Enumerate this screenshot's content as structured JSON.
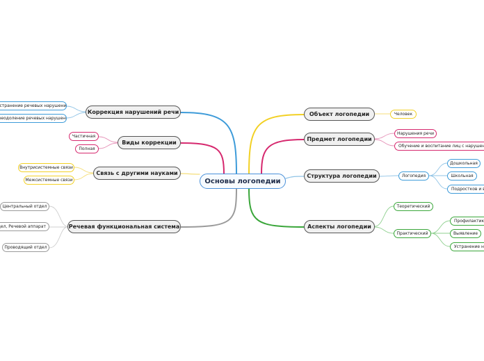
{
  "root": {
    "label": "Основы логопедии"
  },
  "colors": {
    "blue": "#3d9bd9",
    "yellow": "#f2d024",
    "pink": "#d6286e",
    "gray": "#9a9a9a",
    "green": "#3aa63a",
    "lightblue": "#8fc3e6",
    "lightpink": "#e58fb6",
    "lightyellow": "#f5de79"
  },
  "branches": {
    "correction": {
      "label": "Коррекция нарушений речи",
      "children": [
        "Устранение речевых нарушений",
        "Преодоление речевых нарушений"
      ]
    },
    "types": {
      "label": "Виды коррекции",
      "children": [
        "Частичная",
        "Полная"
      ]
    },
    "links": {
      "label": "Связь с другими науками",
      "children": [
        "Внутрисистемные связи",
        "Межсистемные связи"
      ]
    },
    "speech_system": {
      "label": "Речевая функциональная система",
      "children": [
        "Центральный отдел",
        "Периферический отдел, Речевой аппарат",
        "Проводящий отдел"
      ]
    },
    "object": {
      "label": "Объект логопедии",
      "children": [
        "Человек"
      ]
    },
    "subject": {
      "label": "Предмет логопедии",
      "children": [
        "Нарушения речи",
        "Обучение и воспитание лиц с нарушениями речи"
      ]
    },
    "structure": {
      "label": "Структура логопедии",
      "children": [
        "Логопедия"
      ],
      "grandchildren": [
        "Дошкольная",
        "Школьная",
        "Подростков и взрослых"
      ]
    },
    "aspects": {
      "label": "Аспекты логопедии",
      "children": [
        "Теоретический",
        "Практический"
      ],
      "grandchildren": [
        "Профилактика",
        "Выявление",
        "Устранение нарушений"
      ]
    }
  }
}
